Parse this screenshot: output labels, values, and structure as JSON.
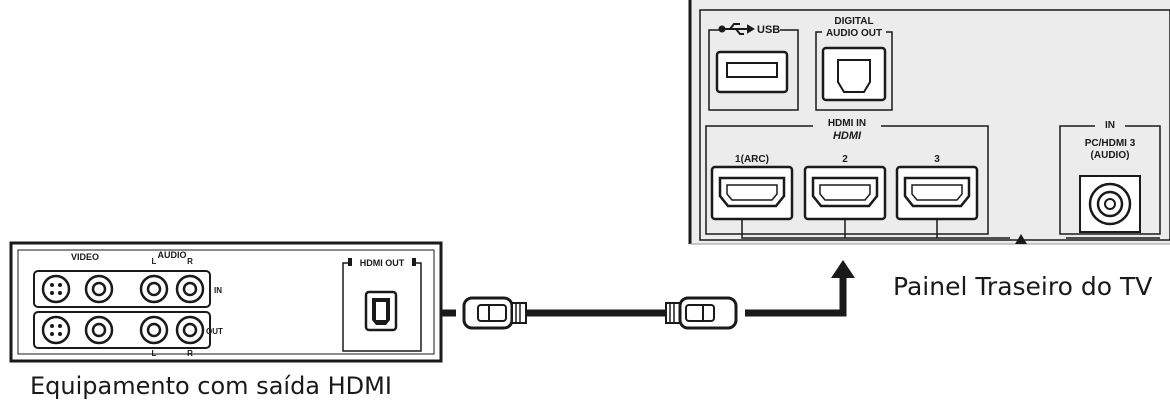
{
  "tv_panel": {
    "usb_label": "USB",
    "digital_audio_label_line1": "DIGITAL",
    "digital_audio_label_line2": "AUDIO OUT",
    "hdmi_in_label": "HDMI IN",
    "hdmi_logo": "HDMI",
    "ports": [
      "1(ARC)",
      "2",
      "3"
    ],
    "in_label": "IN",
    "pc_label_line1": "PC/HDMI 3",
    "pc_label_line2": "(AUDIO)",
    "caption": "Painel Traseiro do TV"
  },
  "device": {
    "video_label": "VIDEO",
    "audio_label": "AUDIO",
    "l_label": "L",
    "r_label": "R",
    "in_label": "IN",
    "out_label": "OUT",
    "hdmi_out_label": "HDMI OUT",
    "caption": "Equipamento com saída HDMI"
  },
  "colors": {
    "line": "#1a1a1a",
    "panel_fill": "#ececec",
    "background": "#ffffff"
  }
}
